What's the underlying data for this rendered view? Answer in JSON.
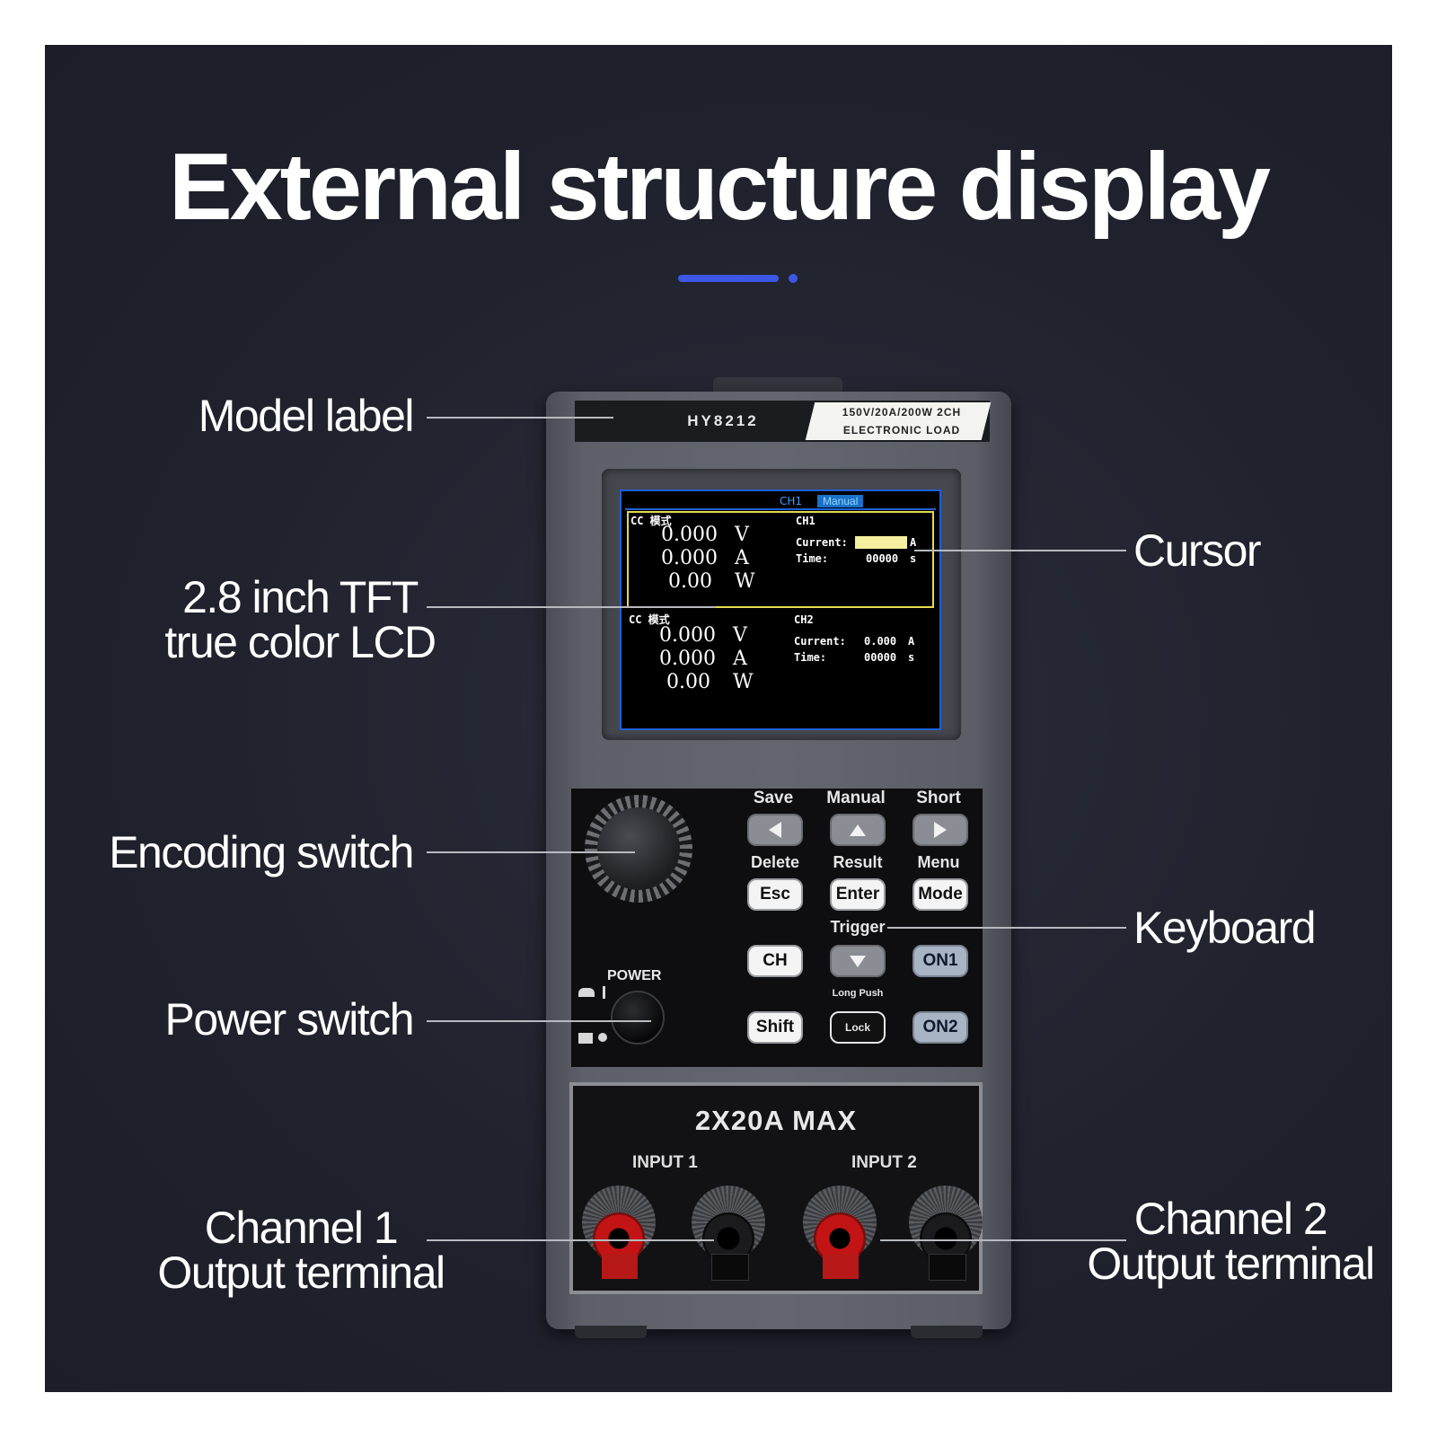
{
  "title": "External structure display",
  "callouts": {
    "model_label": "Model label",
    "lcd_line1": "2.8 inch TFT",
    "lcd_line2": "true color LCD",
    "encoding_switch": "Encoding switch",
    "power_switch": "Power switch",
    "channel1_line1": "Channel 1",
    "channel1_line2": "Output terminal",
    "cursor": "Cursor",
    "keyboard": "Keyboard",
    "channel2_line1": "Channel 2",
    "channel2_line2": "Output terminal"
  },
  "device": {
    "model": "HY8212",
    "spec_line1": "150V/20A/200W 2CH",
    "spec_line2": "ELECTRONIC LOAD",
    "screen": {
      "header_channel": "CH1",
      "header_mode": "Manual",
      "ch1": {
        "mode": "CC 模式",
        "voltage": "0.000",
        "voltage_unit": "V",
        "current": "0.000",
        "current_unit": "A",
        "power": "0.00",
        "power_unit": "W",
        "label": "CH1",
        "current_label": "Current:",
        "current_unit_small": "A",
        "time_label": "Time:",
        "time_value": "00000",
        "time_unit": "s"
      },
      "ch2": {
        "mode": "CC 模式",
        "voltage": "0.000",
        "voltage_unit": "V",
        "current": "0.000",
        "current_unit": "A",
        "power": "0.00",
        "power_unit": "W",
        "label": "CH2",
        "current_label": "Current:",
        "current_value": "0.000",
        "current_unit_small": "A",
        "time_label": "Time:",
        "time_value": "00000",
        "time_unit": "s"
      }
    },
    "keys": {
      "save": "Save",
      "manual": "Manual",
      "short": "Short",
      "delete": "Delete",
      "result": "Result",
      "menu": "Menu",
      "esc": "Esc",
      "enter": "Enter",
      "mode": "Mode",
      "trigger": "Trigger",
      "ch": "CH",
      "on1": "ON1",
      "long_push": "Long Push",
      "shift": "Shift",
      "lock": "Lock",
      "on2": "ON2"
    },
    "power_label": "POWER",
    "terminal_label": "2X20A MAX",
    "input1": "INPUT 1",
    "input2": "INPUT 2"
  },
  "colors": {
    "background": "#1f212c",
    "accent": "#3c57e6",
    "lcd_border": "#1e5fd6",
    "cursor_highlight": "#f4f0a0"
  }
}
